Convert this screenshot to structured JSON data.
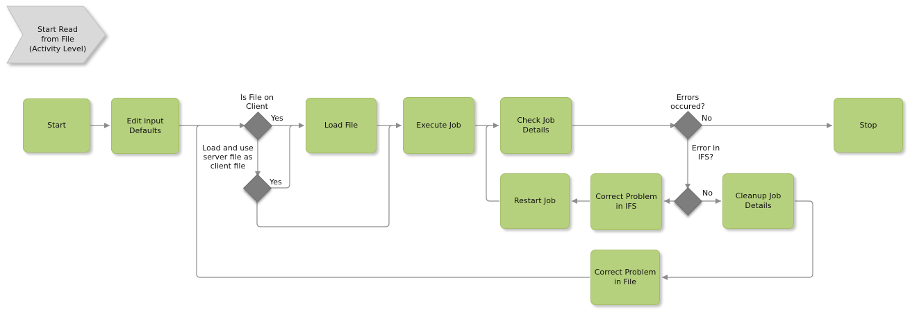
{
  "banner": {
    "label": "Start Read\nfrom File\n(Activity Level)"
  },
  "nodes": [
    {
      "id": "start",
      "label": "Start"
    },
    {
      "id": "edit-input-defaults",
      "label": "Edit input\nDefaults"
    },
    {
      "id": "load-file",
      "label": "Load File"
    },
    {
      "id": "execute-job",
      "label": "Execute Job"
    },
    {
      "id": "check-job-details",
      "label": "Check Job\nDetails"
    },
    {
      "id": "stop",
      "label": "Stop"
    },
    {
      "id": "restart-job",
      "label": "Restart Job"
    },
    {
      "id": "correct-problem-in-ifs",
      "label": "Correct Problem\nin IFS"
    },
    {
      "id": "cleanup-job-details",
      "label": "Cleanup Job\nDetails"
    },
    {
      "id": "correct-problem-in-file",
      "label": "Correct Problem\nin File"
    }
  ],
  "decisions": [
    {
      "id": "is-file-on-client",
      "question": "Is File on\nClient",
      "yes_label": "Yes"
    },
    {
      "id": "load-server-file",
      "note": "Load and use\nserver file as\nclient file",
      "yes_label": "Yes"
    },
    {
      "id": "errors-occured",
      "question": "Errors\noccured?",
      "no_label": "No"
    },
    {
      "id": "error-in-ifs",
      "question": "Error in\nIFS?",
      "no_label": "No"
    }
  ],
  "colors": {
    "node_fill": "#b6d17d",
    "node_border": "#a4bd68",
    "decision_fill": "#7d7d7d",
    "banner_fill": "#d9d9d9",
    "banner_border": "#bdbdbd",
    "edge": "#8c8c8c",
    "text": "#111111"
  }
}
